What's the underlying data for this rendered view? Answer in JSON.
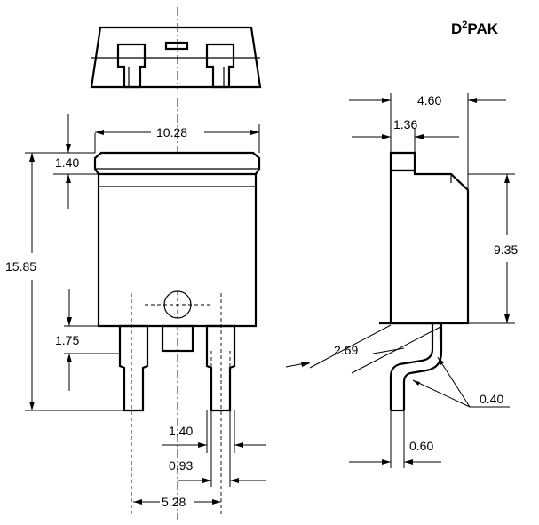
{
  "title": {
    "base": "D",
    "superscript": "2",
    "rest": "PAK"
  },
  "dimensions": {
    "width_body": "10.28",
    "height_total": "15.85",
    "tab_top": "1.40",
    "lead_bend": "1.75",
    "lead_width": "1.40",
    "lead_narrow": "0.93",
    "lead_pitch": "5.28",
    "side_depth": "4.60",
    "side_tab": "1.36",
    "side_height": "9.35",
    "standoff": "2.69",
    "radius": "0.40",
    "lead_thickness": "0.60"
  }
}
